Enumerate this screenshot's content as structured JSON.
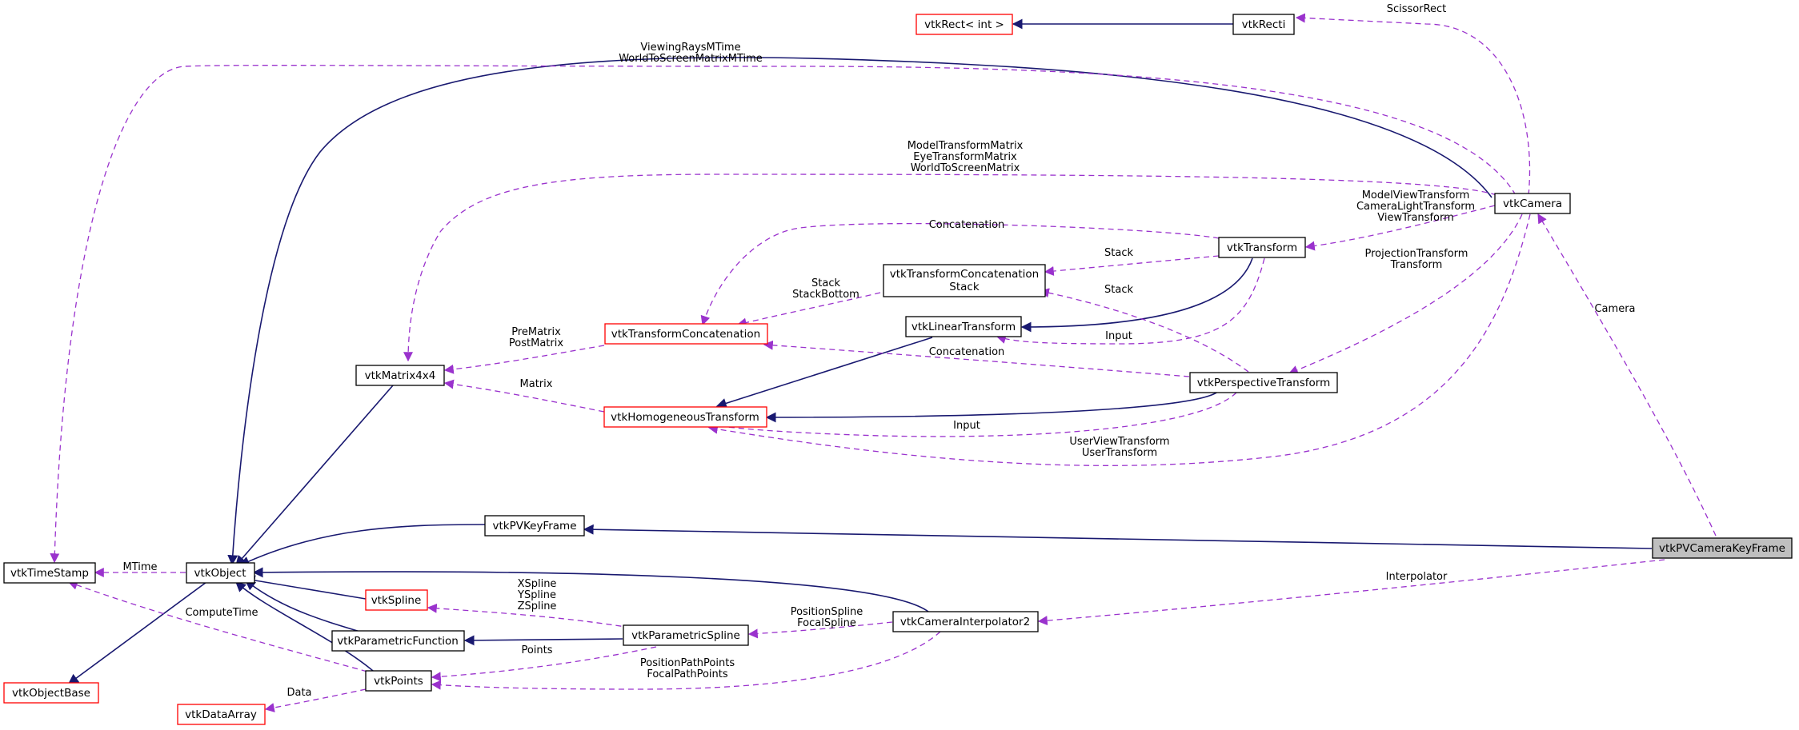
{
  "colors": {
    "inheritance_edge": "#191970",
    "usage_edge": "#9a32cd",
    "undocumented_border": "#ff0000",
    "focus_fill": "#bfbfbf"
  },
  "nodes": {
    "vtkRectInt": "vtkRect< int >",
    "vtkRecti": "vtkRecti",
    "vtkCamera": "vtkCamera",
    "vtkTransform": "vtkTransform",
    "vtkTransformConcatenationStack_l1": "vtkTransformConcatenation",
    "vtkTransformConcatenationStack_l2": "Stack",
    "vtkLinearTransform": "vtkLinearTransform",
    "vtkTransformConcatenation": "vtkTransformConcatenation",
    "vtkPerspectiveTransform": "vtkPerspectiveTransform",
    "vtkMatrix4x4": "vtkMatrix4x4",
    "vtkHomogeneousTransform": "vtkHomogeneousTransform",
    "vtkPVKeyFrame": "vtkPVKeyFrame",
    "vtkPVCameraKeyFrame": "vtkPVCameraKeyFrame",
    "vtkTimeStamp": "vtkTimeStamp",
    "vtkObject": "vtkObject",
    "vtkSpline": "vtkSpline",
    "vtkParametricFunction": "vtkParametricFunction",
    "vtkParametricSpline": "vtkParametricSpline",
    "vtkCameraInterpolator2": "vtkCameraInterpolator2",
    "vtkPoints": "vtkPoints",
    "vtkObjectBase": "vtkObjectBase",
    "vtkDataArray": "vtkDataArray"
  },
  "labels": {
    "scissorRect": "ScissorRect",
    "viewingRays_1": "ViewingRaysMTime",
    "viewingRays_2": "WorldToScreenMatrixMTime",
    "modelTransform_1": "ModelTransformMatrix",
    "modelTransform_2": "EyeTransformMatrix",
    "modelTransform_3": "WorldToScreenMatrix",
    "modelView_1": "ModelViewTransform",
    "modelView_2": "CameraLightTransform",
    "modelView_3": "ViewTransform",
    "concatenation_top": "Concatenation",
    "stack_1": "Stack",
    "stackBottom_1": "Stack",
    "stackBottom_2": "StackBottom",
    "projection_1": "ProjectionTransform",
    "projection_2": "Transform",
    "stack_2": "Stack",
    "camera": "Camera",
    "preMatrix_1": "PreMatrix",
    "preMatrix_2": "PostMatrix",
    "input_1": "Input",
    "concatenation_mid": "Concatenation",
    "matrix": "Matrix",
    "input_2": "Input",
    "userView_1": "UserViewTransform",
    "userView_2": "UserTransform",
    "mtime": "MTime",
    "interpolator": "Interpolator",
    "xspline_1": "XSpline",
    "xspline_2": "YSpline",
    "xspline_3": "ZSpline",
    "computeTime": "ComputeTime",
    "positionSpline_1": "PositionSpline",
    "positionSpline_2": "FocalSpline",
    "points": "Points",
    "positionPath_1": "PositionPathPoints",
    "positionPath_2": "FocalPathPoints",
    "data": "Data"
  }
}
